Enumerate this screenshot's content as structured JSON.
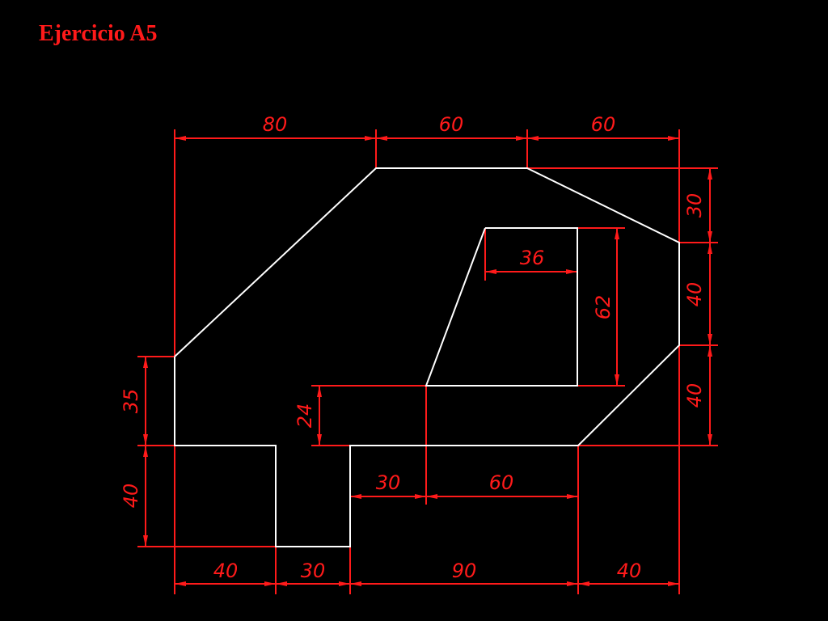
{
  "title": "Ejercicio A5",
  "colors": {
    "background": "#000000",
    "dimension": "#ff1a1a",
    "outline": "#ffffff",
    "title": "#ff1a1a"
  },
  "dimensions": {
    "top_1": "80",
    "top_2": "60",
    "top_3": "60",
    "right_1": "30",
    "right_2": "40",
    "right_3": "40",
    "left_1": "35",
    "left_2": "40",
    "bottom_1": "40",
    "bottom_2": "30",
    "bottom_3": "90",
    "bottom_4": "40",
    "inner_width": "36",
    "inner_height": "62",
    "step_height": "24",
    "mid_1": "30",
    "mid_2": "60"
  }
}
